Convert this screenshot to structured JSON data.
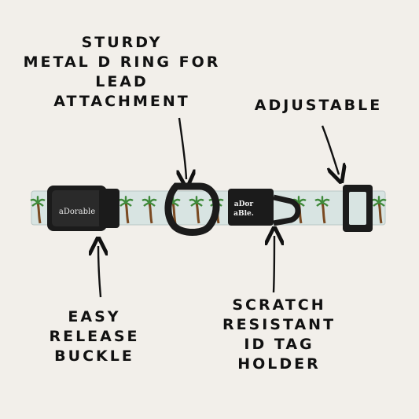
{
  "captions": {
    "d_ring": [
      "STURDY",
      "METAL D RING FOR",
      "LEAD",
      "ATTACHMENT"
    ],
    "adjustable": [
      "ADJUSTABLE"
    ],
    "buckle": [
      "EASY",
      "RELEASE",
      "BUCKLE"
    ],
    "tag_holder": [
      "SCRATCH",
      "RESISTANT",
      "ID TAG",
      "HOLDER"
    ]
  },
  "product": {
    "buckle_logo": "aDorable",
    "tag_logo_line1": "aDor",
    "tag_logo_line2": "aBle."
  },
  "colors": {
    "background": "#f2efea",
    "strap": "#d8e4e2",
    "hardware": "#1b1b1b",
    "palm_leaf": "#3f8a3a",
    "palm_trunk": "#7a4a22",
    "text": "#111111"
  },
  "icons": [
    "arrow-icon",
    "palm-tree-icon",
    "d-ring-icon",
    "buckle-icon",
    "tag-holder-icon"
  ]
}
